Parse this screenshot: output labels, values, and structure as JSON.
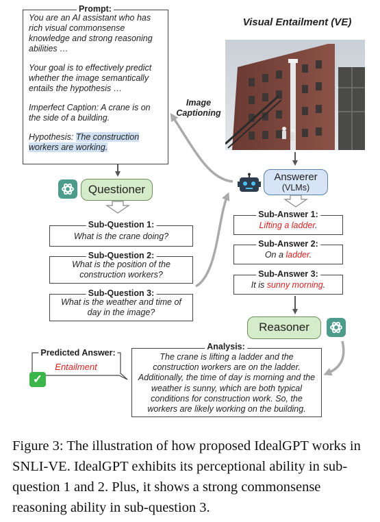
{
  "ve_title": "Visual Entailment (VE)",
  "image_captioning_label": [
    "Image",
    "Captioning"
  ],
  "prompt": {
    "label": "Prompt:",
    "p1": "You are an AI assistant who has rich visual commonsense knowledge and strong reasoning abilities …",
    "p2": "Your goal is to effectively predict whether the image semantically entails the hypothesis …",
    "p3": "Imperfect Caption: A crane is on the side of a building.",
    "p4_prefix": "Hypothesis: ",
    "p4_highlight": "The construction workers are working."
  },
  "questioner_label": "Questioner",
  "answerer": {
    "line1": "Answerer",
    "line2": "(VLMs)"
  },
  "sub_questions": [
    {
      "label": "Sub-Question 1:",
      "text": "What is the crane doing?"
    },
    {
      "label": "Sub-Question 2:",
      "text": "What is the position of the construction workers?"
    },
    {
      "label": "Sub-Question 3:",
      "text": "What is the weather and time of day in the image?"
    }
  ],
  "sub_answers": [
    {
      "label": "Sub-Answer 1:",
      "prefix": "",
      "red": "Lifting a ladder",
      "suffix": "."
    },
    {
      "label": "Sub-Answer 2:",
      "prefix": "On a ",
      "red": "ladder",
      "suffix": "."
    },
    {
      "label": "Sub-Answer 3:",
      "prefix": "It is ",
      "red": "sunny morning",
      "suffix": "."
    }
  ],
  "reasoner_label": "Reasoner",
  "predicted": {
    "label": "Predicted Answer:",
    "value": "Entailment"
  },
  "analysis": {
    "label": "Analysis:",
    "text": "The crane is lifting a ladder and the construction workers are on the ladder. Additionally, the time of day is morning and the weather is sunny, which are both typical conditions for construction work. So, the workers are likely working on the building."
  },
  "caption": {
    "text": "Figure 3: The illustration of how proposed IdealGPT works in SNLI-VE. IdealGPT exhibits its perceptional ability in sub-question 1 and 2. Plus, it shows a strong commonsense reasoning ability in sub-question 3."
  },
  "colors": {
    "pill_green": "#d5ebc9",
    "pill_blue": "#d6e4f5",
    "gpt_icon_bg": "#4d9b8a",
    "arrow_gray": "#aaaaaa",
    "answer_red": "#e02020",
    "highlight": "#cfe0f3",
    "check_green": "#3cb54a"
  }
}
